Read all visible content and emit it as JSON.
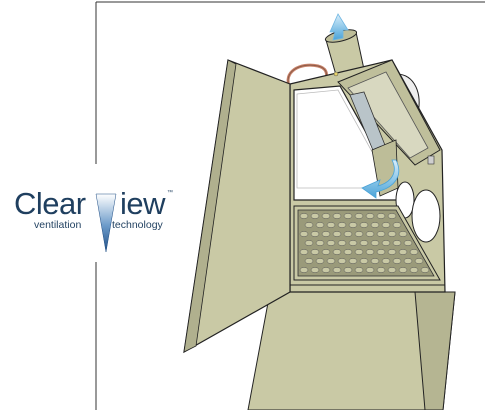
{
  "logo": {
    "word_left": "Clear",
    "letter_v": "V",
    "word_right": "iew",
    "trademark": "™",
    "tagline_left": "ventilation",
    "tagline_right": "technology"
  },
  "colors": {
    "cabinet": "#c9c9a5",
    "cabinet_dark": "#a9a987",
    "outline": "#222222",
    "airflow": "#a9d6f0",
    "airflow_dark": "#4aa3d8",
    "hose": "#c9836b",
    "logo_text": "#1f3f5f",
    "logo_v": "#1f4e85"
  },
  "icons": [
    "airflow-in-arrow",
    "airflow-down-arrow",
    "exhaust-hose",
    "vent-pipe"
  ]
}
